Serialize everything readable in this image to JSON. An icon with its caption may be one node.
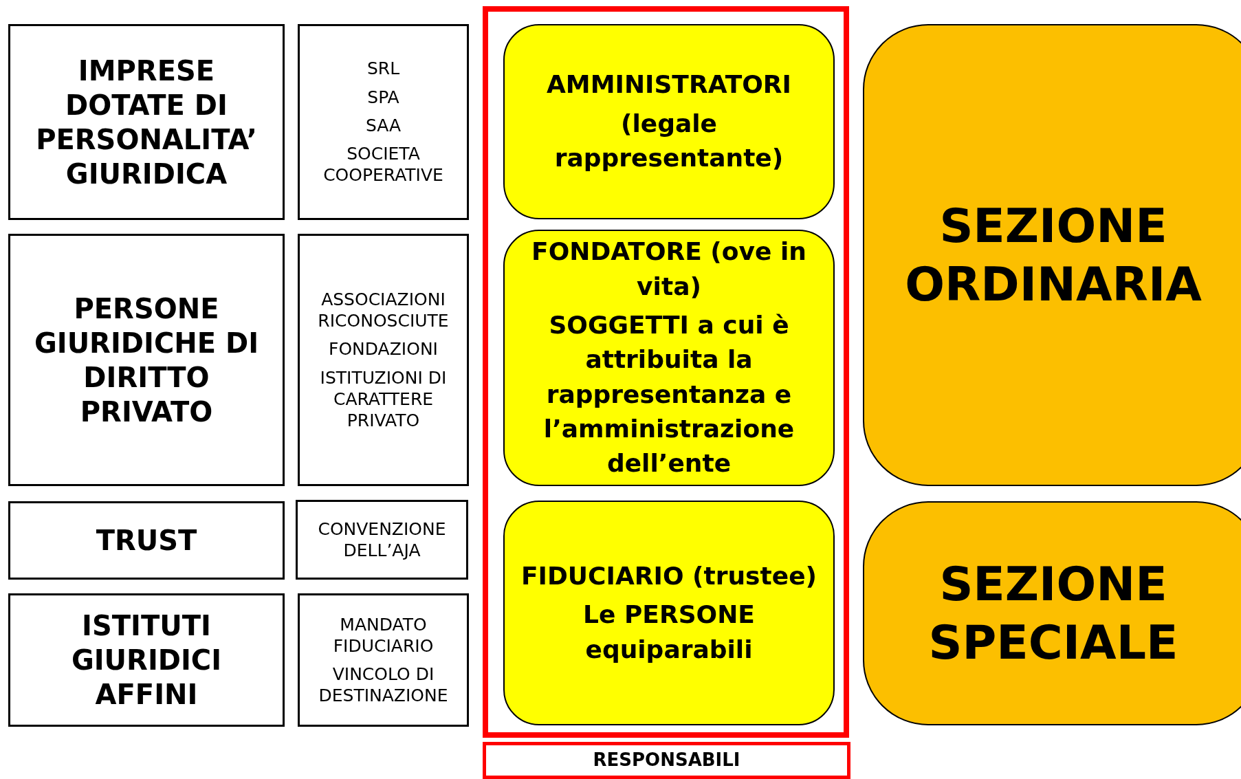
{
  "diagram": {
    "nodes": [
      {
        "text": [
          "IMPRESE DOTATE DI PERSONALITA’ GIURIDICA"
        ]
      },
      {
        "text": [
          "SRL",
          "SPA",
          "SAA",
          "SOCIETA COOPERATIVE"
        ]
      },
      {
        "text": [
          "PERSONE GIURIDICHE DI DIRITTO PRIVATO"
        ]
      },
      {
        "text": [
          "ASSOCIAZIONI RICONOSCIUTE",
          "FONDAZIONI",
          "ISTITUZIONI DI CARATTERE PRIVATO"
        ]
      },
      {
        "text": [
          "TRUST"
        ]
      },
      {
        "text": [
          "CONVENZIONE DELL’AJA"
        ]
      },
      {
        "text": [
          "ISTITUTI GIURIDICI AFFINI"
        ]
      },
      {
        "text": [
          "MANDATO FIDUCIARIO",
          "VINCOLO DI DESTINAZIONE"
        ]
      },
      {
        "text": [],
        "shape": "box"
      },
      {
        "text": [
          "AMMINISTRATORI",
          "(legale rappresentante)"
        ],
        "in": 8
      },
      {
        "text": [
          "FONDATORE (ove in vita)",
          "SOGGETTI a cui è attribuita la rappresentanza e l’amministrazione dell’ente"
        ],
        "in": 8
      },
      {
        "text": [
          "FIDUCIARIO (trustee)",
          "Le PERSONE equiparabili"
        ],
        "in": 8
      },
      {
        "text": [
          "RESPONSABILI"
        ]
      },
      {
        "text": [
          "SEZIONE ORDINARIA"
        ]
      },
      {
        "text": [
          "SEZIONE SPECIALE"
        ]
      }
    ]
  }
}
